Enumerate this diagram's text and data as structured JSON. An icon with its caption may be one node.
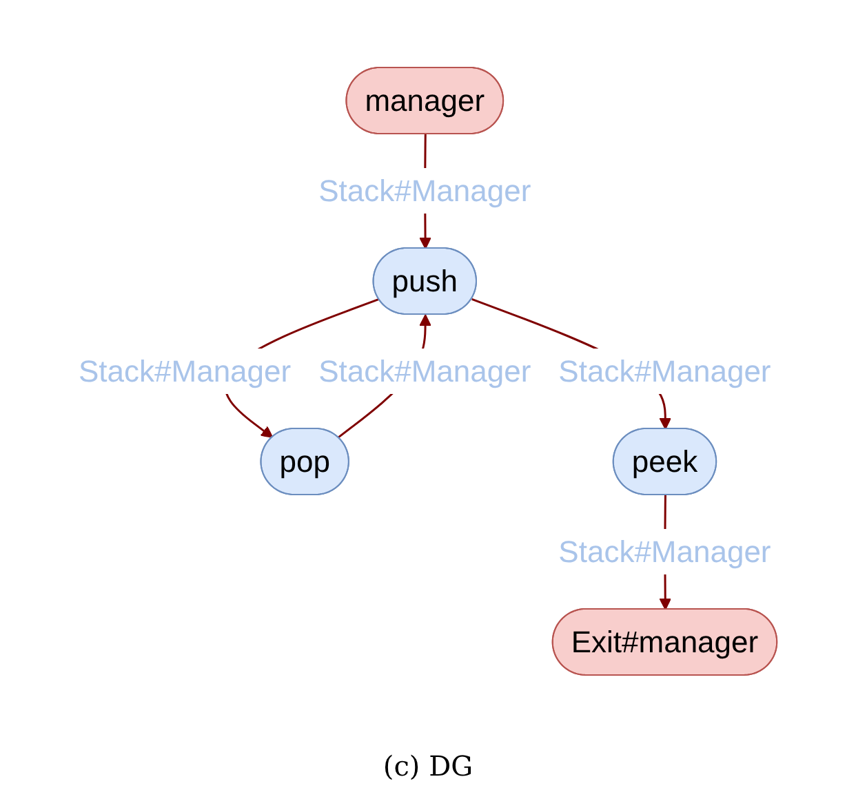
{
  "diagram": {
    "caption": "(c) DG",
    "nodes": [
      {
        "text": [
          "manager"
        ]
      },
      {
        "text": [
          "push"
        ]
      },
      {
        "text": [
          "pop"
        ]
      },
      {
        "text": [
          "peek"
        ]
      },
      {
        "text": [
          "Exit#manager"
        ]
      }
    ],
    "edges": [
      {
        "from": 0,
        "to": 1,
        "arrow": "to",
        "label": "Stack#Manager"
      },
      {
        "from": 1,
        "to": 2,
        "arrow": "to",
        "label": "Stack#Manager"
      },
      {
        "from": 2,
        "to": 1,
        "arrow": "to",
        "label": "Stack#Manager"
      },
      {
        "from": 1,
        "to": 3,
        "arrow": "to",
        "label": "Stack#Manager"
      },
      {
        "from": 3,
        "to": 4,
        "arrow": "to",
        "label": "Stack#Manager"
      }
    ]
  }
}
